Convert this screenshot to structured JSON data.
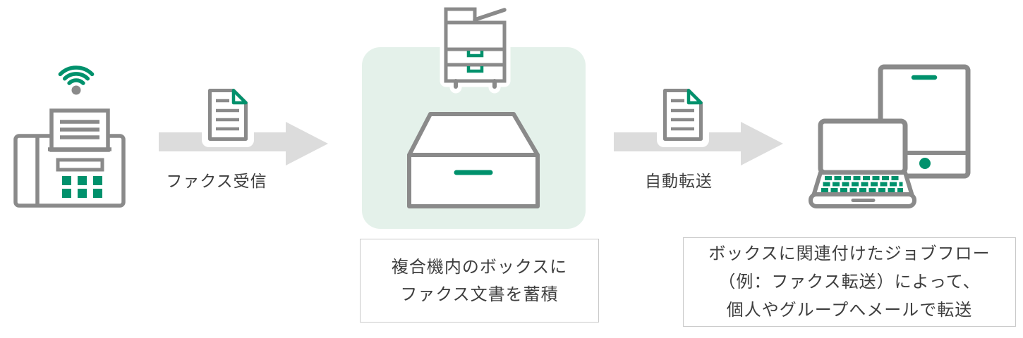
{
  "diagram_title": "fax-receive-store-forward-workflow",
  "colors": {
    "accent_green": "#00916C",
    "icon_gray": "#8a8a8a",
    "arrow_gray": "#dcdcdc",
    "mint_background": "#e4f1ea",
    "text": "#3e3e3e",
    "caption_border": "#c9c9c9"
  },
  "steps": {
    "source": {
      "icon": "fax-machine-with-wifi"
    },
    "storage": {
      "icon": "multifunction-printer-over-storage-box"
    },
    "destination": {
      "icon": "laptop-and-tablet"
    }
  },
  "arrows": [
    {
      "label": "ファクス受信",
      "icon": "document"
    },
    {
      "label": "自動転送",
      "icon": "document"
    }
  ],
  "captions": {
    "center": {
      "lines": [
        "複合機内のボックスに",
        "ファクス文書を蓄積"
      ]
    },
    "right": {
      "lines": [
        "ボックスに関連付けたジョブフロー",
        "（例：ファクス転送）によって、",
        "個人やグループへメールで転送"
      ]
    }
  }
}
